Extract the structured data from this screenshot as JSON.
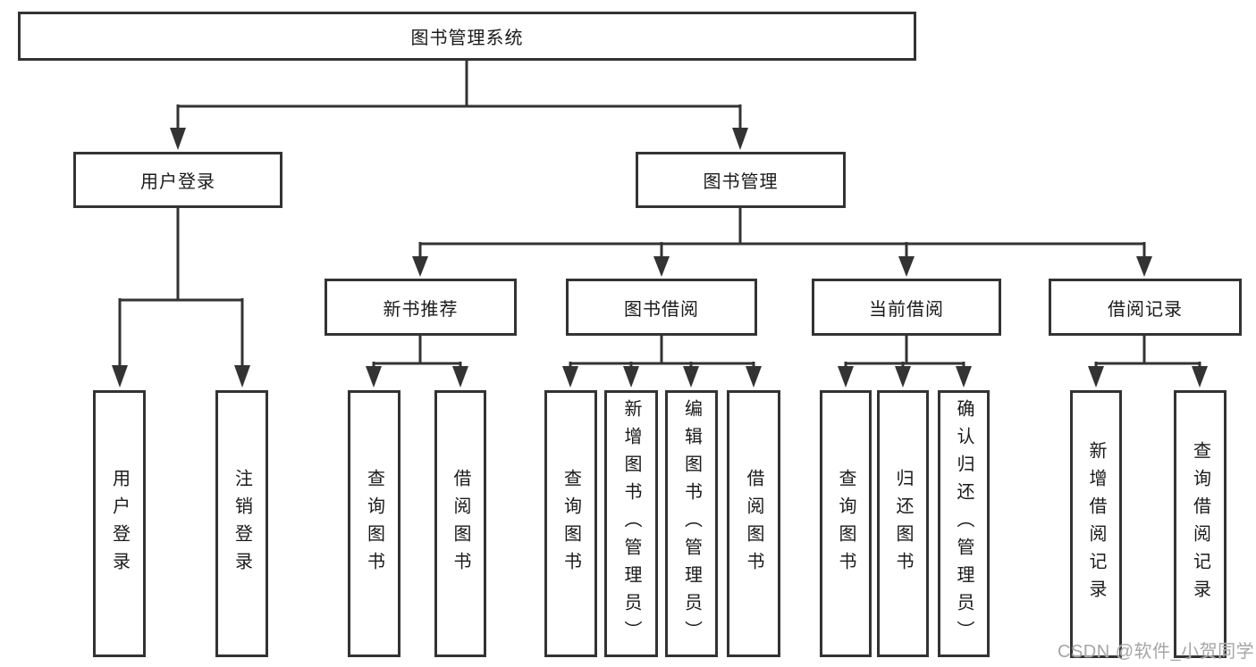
{
  "diagram": {
    "root": {
      "label": "图书管理系统"
    },
    "branches": [
      {
        "label": "用户登录",
        "children": [
          {
            "label": "用户登录"
          },
          {
            "label": "注销登录"
          }
        ]
      },
      {
        "label": "图书管理",
        "children": [
          {
            "label": "新书推荐",
            "children": [
              {
                "label": "查询图书"
              },
              {
                "label": "借阅图书"
              }
            ]
          },
          {
            "label": "图书借阅",
            "children": [
              {
                "label": "查询图书"
              },
              {
                "label": "新增图书（管理员）"
              },
              {
                "label": "编辑图书（管理员）"
              },
              {
                "label": "借阅图书"
              }
            ]
          },
          {
            "label": "当前借阅",
            "children": [
              {
                "label": "查询图书"
              },
              {
                "label": "归还图书"
              },
              {
                "label": "确认归还（管理员）"
              }
            ]
          },
          {
            "label": "借阅记录",
            "children": [
              {
                "label": "新增借阅记录"
              },
              {
                "label": "查询借阅记录"
              }
            ]
          }
        ]
      }
    ]
  },
  "colors": {
    "line": "#333333",
    "text": "#1a1a1a",
    "watermark": "#a6a6a6"
  },
  "watermark": {
    "text": "CSDN @软件_小贺同学"
  }
}
